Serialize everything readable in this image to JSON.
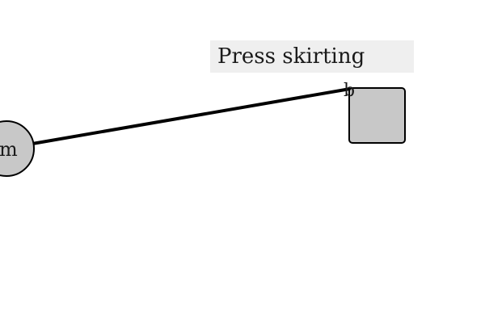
{
  "task_label": {
    "text": "Press skirting"
  },
  "nodes": {
    "source": {
      "label": "m"
    },
    "target": {
      "label": "b"
    }
  },
  "colors": {
    "background": "#ffffff",
    "label_background": "#efefef",
    "node_fill": "#c8c8c8",
    "stroke": "#000000",
    "text": "#1a1a1a"
  }
}
